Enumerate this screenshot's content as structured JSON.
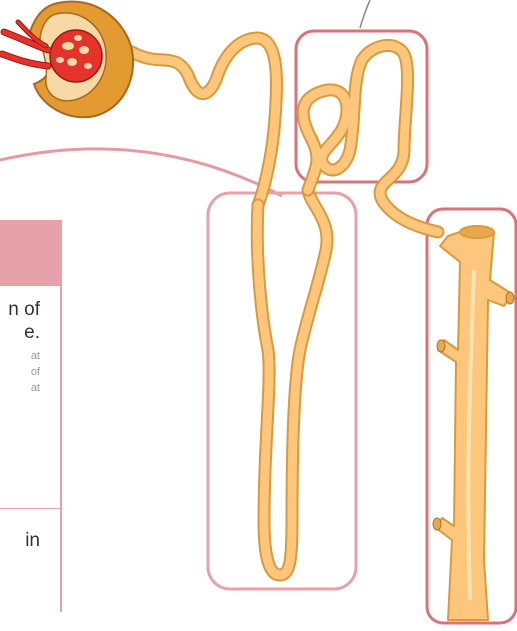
{
  "panel": {
    "line1": "n of",
    "line2": "e.",
    "small1": "at",
    "small2": "of",
    "small3": "at",
    "lower": "in"
  },
  "colors": {
    "tubule_fill": "#fcc67c",
    "tubule_stroke": "#d89a3c",
    "highlight_box": "#d9737b",
    "highlight_box_light": "#e7a1a8",
    "capsule_fill": "#e39a30",
    "blood_red": "#e5322b"
  }
}
